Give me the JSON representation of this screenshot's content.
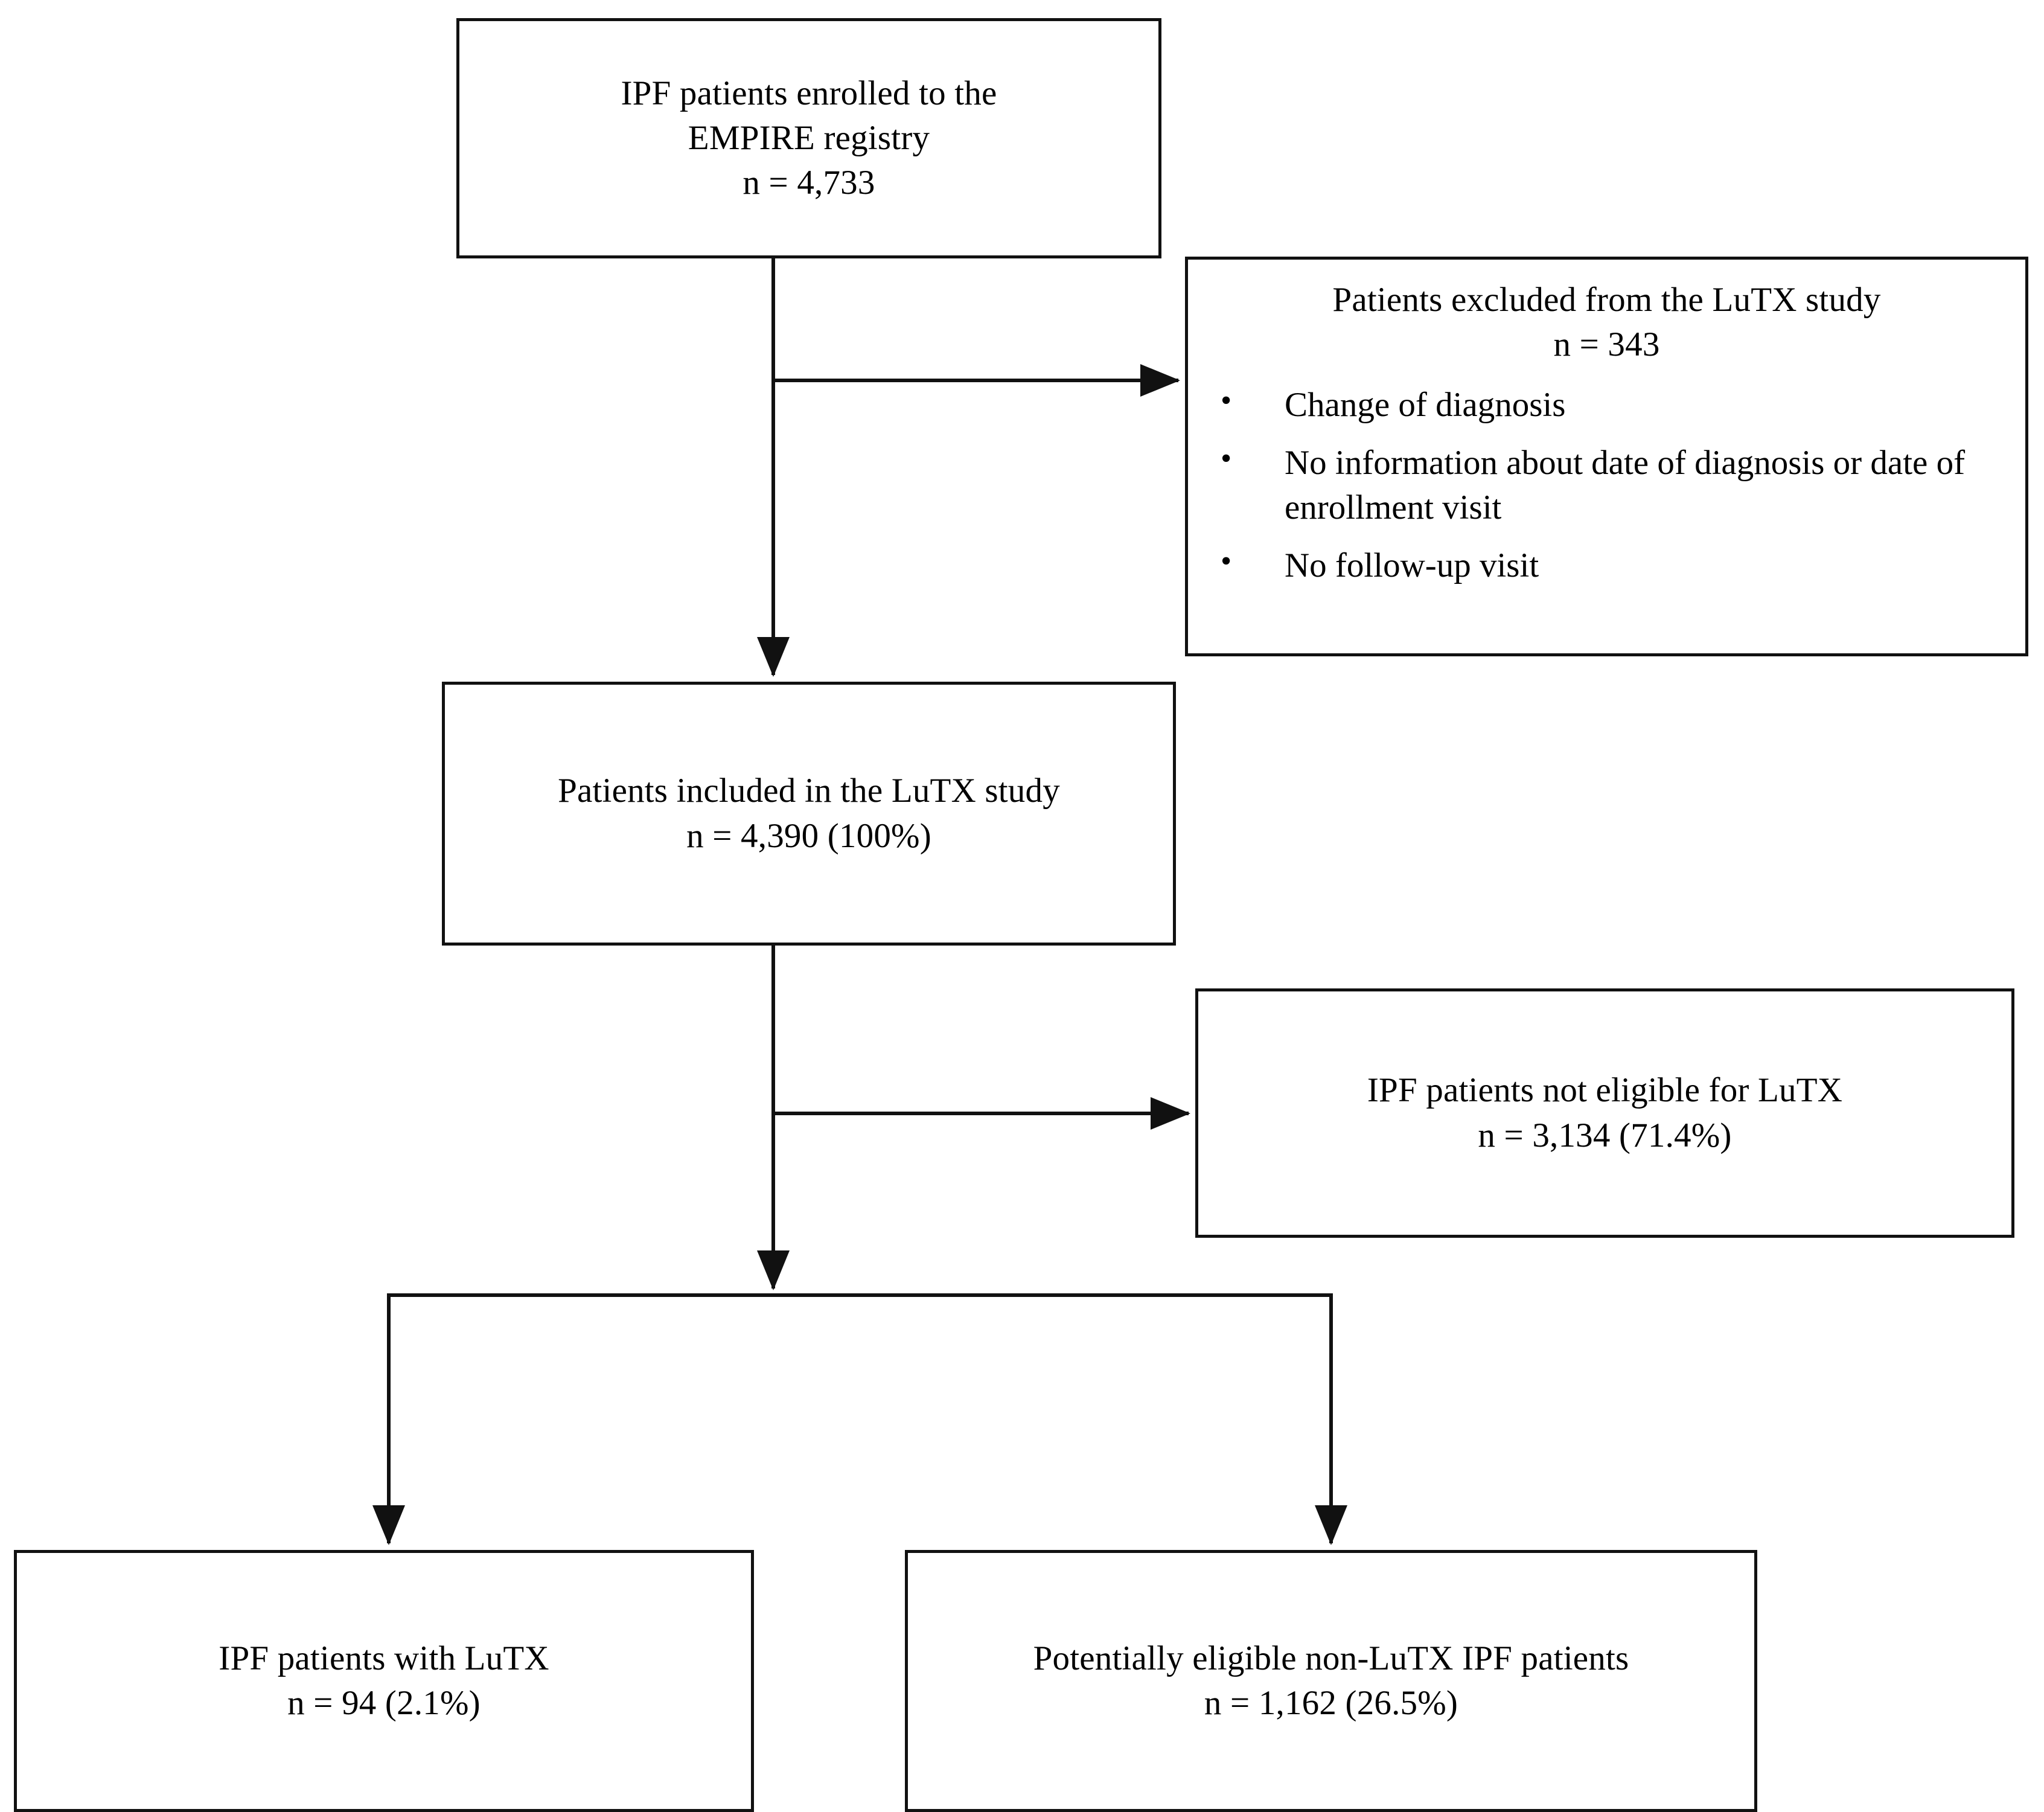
{
  "figure": {
    "type": "flowchart",
    "orientation": "top-down",
    "line_color": "#111111",
    "background_color": "#ffffff"
  },
  "nodes": {
    "enrolled": {
      "line1": "IPF patients enrolled to the",
      "line2": "EMPIRE registry",
      "line3": "n = 4,733"
    },
    "excluded": {
      "heading_line1": "Patients excluded from the LuTX study",
      "heading_line2": "n = 343",
      "bullet_glyph": "•",
      "bullets": [
        "Change of diagnosis",
        "No information about date of diagnosis or date of enrollment visit",
        "No follow-up visit"
      ]
    },
    "included": {
      "line1": "Patients included in the LuTX study",
      "line2": "n = 4,390 (100%)"
    },
    "not_eligible": {
      "line1": "IPF patients not eligible for LuTX",
      "line2": "n = 3,134 (71.4%)"
    },
    "with_lutx": {
      "line1": "IPF patients with LuTX",
      "line2": "n = 94 (2.1%)"
    },
    "potentially_eligible": {
      "line1": "Potentially eligible non-LuTX IPF patients",
      "line2": "n = 1,162 (26.5%)"
    }
  },
  "edges": [
    {
      "name": "enrolled-to-included",
      "from": "enrolled",
      "to": "included",
      "style": "arrow-down"
    },
    {
      "name": "enrolled-to-excluded",
      "from": "enrolled",
      "to": "excluded",
      "style": "arrow-right"
    },
    {
      "name": "included-to-not-eligible",
      "from": "included",
      "to": "not_eligible",
      "style": "arrow-right"
    },
    {
      "name": "included-to-split",
      "from": "included",
      "to": "split-bar",
      "style": "arrow-down"
    },
    {
      "name": "split-to-with-lutx",
      "from": "split-bar",
      "to": "with_lutx",
      "style": "arrow-down"
    },
    {
      "name": "split-to-potentially-eligible",
      "from": "split-bar",
      "to": "potentially_eligible",
      "style": "arrow-down"
    }
  ]
}
